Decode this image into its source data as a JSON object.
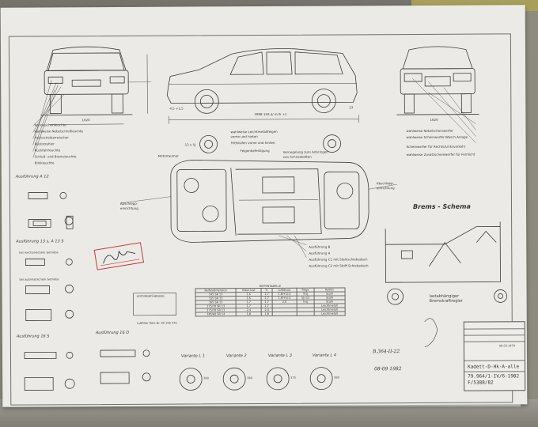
{
  "colors": {
    "paper": "#eceae6",
    "ink": "#3a3a3a",
    "stamp": "#c43a3a",
    "background": "#8d8a7e"
  },
  "callouts_left": [
    "Kennzeichenleuchte",
    "wahlweise Nebelschlußleuchte",
    "Heckscheibenwischer",
    "Rückstrahler",
    "Rückfahrleuchte",
    "Schluß- und Bremsleuchte",
    "Blinkleuchte"
  ],
  "callouts_side": {
    "fl": "wahlweise Leichtmetallfelgen",
    "fl2": "vorne und hinten",
    "steps": "Trittstufen vorne und hinten",
    "felge": "Felgenbefestigung",
    "verr": "Verriegelung zum Anbringen",
    "verr2": "von Schneeketten"
  },
  "callouts_right": [
    "wahlweise Nebelscheinwerfer",
    "wahlweise Scheinwerfer-Wasch-Anlage",
    "Scheinwerfer für Rechts/Linksverkehr",
    "wahlweise Zusatzscheinwerfer für Fernlicht"
  ],
  "callouts_top": {
    "motor": "Motorraumer",
    "abschlepp_l": "Abschlepp-",
    "abschlepp_l2": "einrichtung",
    "abschlepp_r": "Abschlepp-",
    "abschlepp_r2": "einrichtung",
    "ausf_a": "Ausführung A",
    "ausf_b": "Ausführung B",
    "ausf_c": "Ausführung C1 mit Stahlschiebedach",
    "ausf_d": "Ausführung C2 mit Stoff-Schiebedach"
  },
  "dims": {
    "side_total": "3998  159,4/  inch  +1",
    "side_left": "4,5  +1,5",
    "side_right": "23",
    "wheel_note": "13 x 5J",
    "front_w": "1620",
    "rear_w": "1620"
  },
  "sections": {
    "a12": "Ausführung  A 12",
    "a13": "Ausführung  13 s, A 13 S",
    "mech": "bei mechanischem Getriebe",
    "auto": "bei automatischem Getriebe",
    "w16": "Ausführung  16 S",
    "w16d": "Ausführung  16 D",
    "leit": "LEITUNGSFÜHRUNG",
    "leit_note": "Luftfilter Teile Nr. 90 190 370"
  },
  "brems": {
    "title": "Brems - Schema",
    "regler1": "lastabhängiger",
    "regler2": "Bremskraftregler"
  },
  "table": {
    "title": "REIFENTABELLE",
    "headers": [
      "Reifendimension",
      "Index last",
      "Tr.",
      "Luftdruck",
      "Felge",
      "Reifen"
    ],
    "rows": [
      [
        "145 SR 13",
        "1,6",
        "1,7",
        "1,8/+1/-2",
        "4½J",
        "Stahl"
      ],
      [
        "155 SR 13",
        "1,6",
        "1,7",
        "1,9/+1/-2",
        "5J×13",
        "Stahl"
      ],
      [
        "165 SR 13",
        "1,7",
        "1,7",
        "2,0",
        "5½J",
        "Stahl"
      ],
      [
        "175/70 SR 13",
        "1,7",
        "1,7",
        "",
        "",
        "Leichtmetall"
      ],
      [
        "175/70 SR 13",
        "2,4",
        "2,4",
        "",
        "",
        "Leichtmetall"
      ],
      [
        "185/60 SR 14",
        "1,8",
        "1,8",
        "",
        "",
        "Leichtmetall"
      ]
    ]
  },
  "variants": [
    {
      "label": "Variante  L 1",
      "dim": "380"
    },
    {
      "label": "Variante  2",
      "dim": "380"
    },
    {
      "label": "Variante  L 3",
      "dim": "375"
    },
    {
      "label": "Variante  L 4",
      "dim": "380"
    }
  ],
  "title_block": {
    "drawing_no": "Kadett-D-Hk-A-alle",
    "number": "79.964/1-IV/6-1982",
    "sub": "F/5388/82",
    "date_stamp": "08.03.1979",
    "sig_date": "08-09  1982",
    "ref": "B.364-II-22"
  }
}
